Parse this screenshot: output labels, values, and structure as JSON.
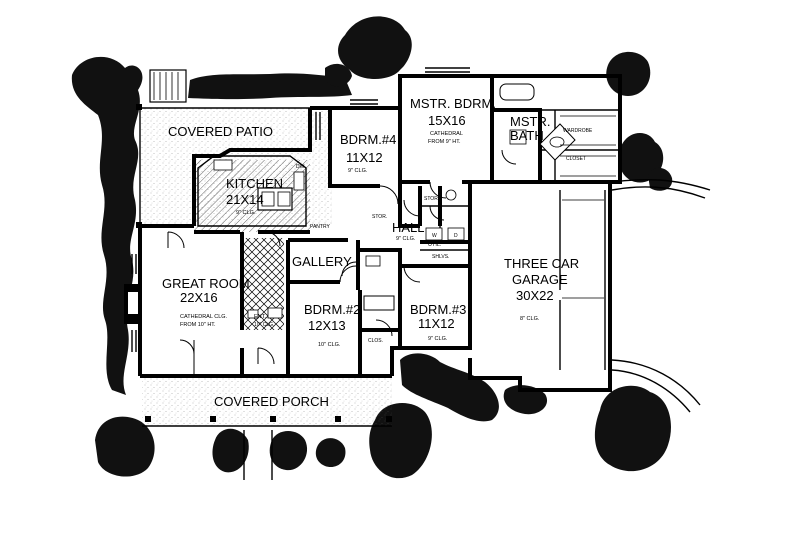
{
  "rooms": {
    "covered_patio": {
      "name": "COVERED PATIO"
    },
    "bedroom4": {
      "name": "BDRM.#4",
      "size": "11X12",
      "ceiling": "9\" CLG."
    },
    "master_bedroom": {
      "name": "MSTR. BDRM.",
      "size": "15X16",
      "ceiling_line1": "CATHEDRAL",
      "ceiling_line2": "FROM 9\" HT."
    },
    "master_bath": {
      "name_line1": "MSTR.",
      "name_line2": "BATH"
    },
    "wardrobe": {
      "name": "WARDROBE"
    },
    "closet": {
      "name": "CLOSET"
    },
    "kitchen": {
      "name": "KITCHEN",
      "size": "21X14",
      "ceiling": "9\" CLG."
    },
    "hall": {
      "name": "HALL",
      "ceiling": "9\" CLG."
    },
    "stor_left": {
      "name": "STOR."
    },
    "stor_right": {
      "name": "STOR."
    },
    "utility": {
      "name": "UTIL."
    },
    "washer": {
      "name": "W"
    },
    "dryer": {
      "name": "D"
    },
    "shelves": {
      "name": "SHLVS."
    },
    "pantry": {
      "name": "PANTRY"
    },
    "dishwasher": {
      "name": "DW"
    },
    "great_room": {
      "name": "GREAT ROOM",
      "size": "22X16",
      "ceiling_line1": "CATHEDRAL CLG.",
      "ceiling_line2": "FROM 10\" HT."
    },
    "gallery": {
      "name": "GALLERY"
    },
    "entry": {
      "name": "ENT.",
      "ceiling": "10\" CLG."
    },
    "bedroom2": {
      "name": "BDRM.#2",
      "size": "12X13",
      "ceiling": "10\" CLG."
    },
    "bedroom3": {
      "name": "BDRM.#3",
      "size": "11X12",
      "ceiling": "9\" CLG."
    },
    "closet_small": {
      "name": "CLOS."
    },
    "garage": {
      "name_line1": "THREE CAR",
      "name_line2": "GARAGE",
      "size": "30X22",
      "ceiling": "8\" CLG."
    },
    "covered_porch": {
      "name": "COVERED PORCH"
    }
  }
}
